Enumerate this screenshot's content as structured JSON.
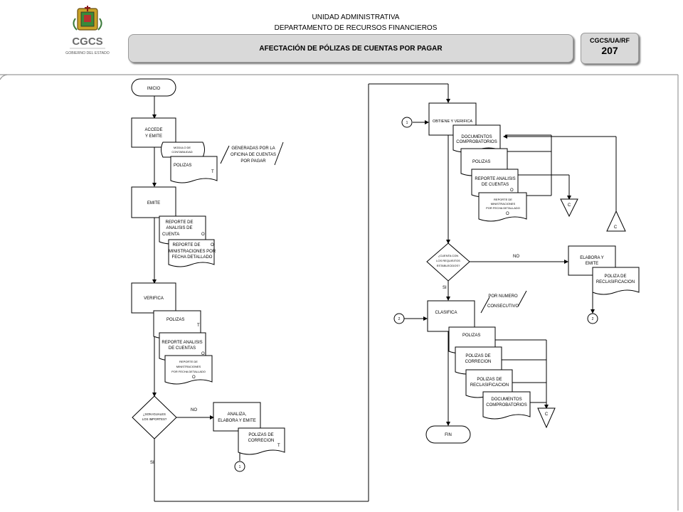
{
  "header": {
    "logo_text": "CGCS",
    "logo_subtext": "GOBIERNO DEL ESTADO",
    "unit": "UNIDAD ADMINISTRATIVA",
    "department": "DEPARTAMENTO DE RECURSOS FINANCIEROS",
    "title": "AFECTACIÓN DE PÓLIZAS DE CUENTAS POR PAGAR",
    "code": "CGCS/UA/RF",
    "number": "207"
  },
  "left": {
    "inicio": "INICIO",
    "accede": [
      "ACCEDE",
      "Y EMITE"
    ],
    "modulo": [
      "MODULO DE",
      "CONTABILIDAD"
    ],
    "polizas_t": "POLIZAS",
    "mark_t": "T",
    "generadas": [
      "GENERADAS POR LA",
      "OFICINA DE CUENTAS",
      "POR PAGAR"
    ],
    "emite": "EMITE",
    "reporte_analisis": [
      "REPORTE DE",
      "ANALISIS DE",
      "CUENTA"
    ],
    "mark_o": "O",
    "reporte_ministraciones": [
      "REPORTE DE",
      "MINISTRACIONES POR",
      "FECHA DETALLADO"
    ],
    "verifica": "VERIFICA",
    "polizas_v": "POLIZAS",
    "reporte_analisis_v": [
      "REPORTE ANALISIS",
      "DE CUENTAS"
    ],
    "reporte_min_v": [
      "REPORTE DE",
      "MINISTRACIONES",
      "POR FECHA DETALLADO"
    ],
    "decision": [
      "¿SON IGUALES",
      "LOS IMPORTES?"
    ],
    "no": "NO",
    "si": "SI",
    "analiza": [
      "ANALIZA,",
      "ELABORA Y EMITE"
    ],
    "polizas_correccion": [
      "POLIZAS DE",
      "CORRECION"
    ],
    "connector_1": "1"
  },
  "right": {
    "connector_1": "1",
    "obtiene": "OBTIENE Y VERIFICA",
    "docs": [
      "DOCUMENTOS",
      "COMPROBATORIOS"
    ],
    "polizas": "POLIZAS",
    "reporte_analisis": [
      "REPORTE ANALISIS",
      "DE CUENTAS"
    ],
    "mark_o": "O",
    "reporte_min": [
      "REPORTE DE",
      "MINISTRACIONES",
      "POR FECHA DETALLADO"
    ],
    "archive_c": "C",
    "decision": [
      "¿CUENTA CON",
      "LOS REQUISITOS",
      "ESTABLECIDOS?"
    ],
    "no": "NO",
    "si": "SI",
    "elabora": [
      "ELABORA Y",
      "EMITE"
    ],
    "poliza_reclas": [
      "POLIZA DE",
      "RECLASIFICACION"
    ],
    "connector_2": "2",
    "annotation": [
      "POR NUMERO",
      "CONSECUTIVO"
    ],
    "clasifica": "CLASIFICA",
    "polizas_c": "POLIZAS",
    "polizas_correcion": [
      "POLIZAS DE",
      "CORRECION"
    ],
    "polizas_reclas": [
      "POLIZAS DE",
      "RECLASIFICACION"
    ],
    "docs2": [
      "DOCUMENTOS",
      "COMPROBATORIOS"
    ],
    "fin": "FIN"
  }
}
